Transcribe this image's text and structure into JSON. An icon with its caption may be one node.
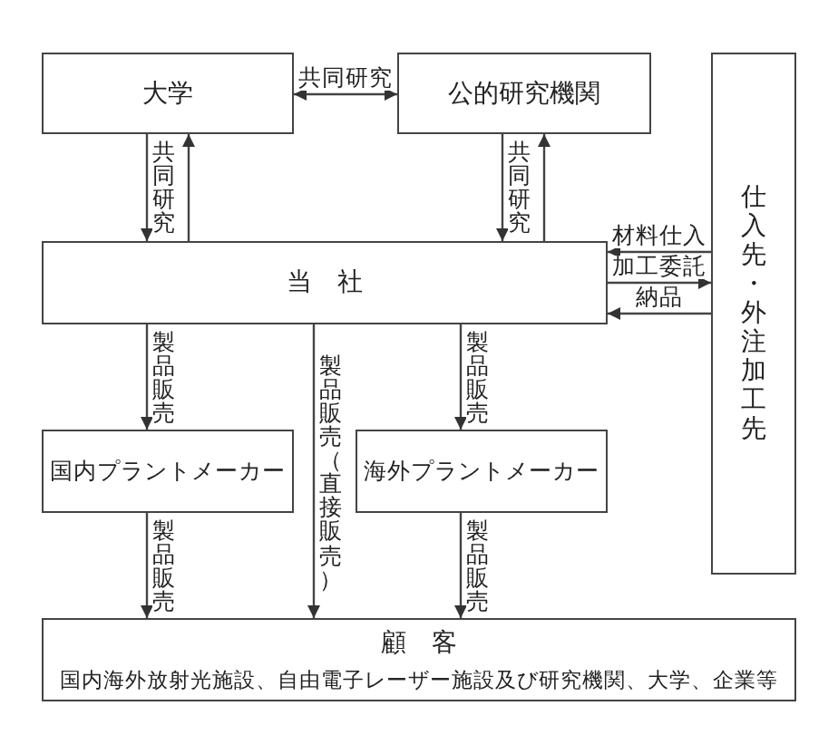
{
  "diagram": {
    "nodes": [
      {
        "text": [
          "大学"
        ]
      },
      {
        "text": [
          "公的研究機関"
        ]
      },
      {
        "text": [
          "仕入先・外注加工先"
        ]
      },
      {
        "text": [
          "当社"
        ]
      },
      {
        "text": [
          "国内プラントメーカー"
        ]
      },
      {
        "text": [
          "海外プラントメーカー"
        ]
      },
      {
        "text": [
          "顧客",
          "国内海外放射光施設、自由電子レーザー施設及び研究機関、大学、企業等"
        ]
      }
    ],
    "edges": [
      {
        "from": 0,
        "to": 1,
        "arrow": "both",
        "label": "共同研究"
      },
      {
        "from": 0,
        "to": 3,
        "arrow": "to",
        "label": "共同研究"
      },
      {
        "from": 3,
        "to": 0,
        "arrow": "to"
      },
      {
        "from": 1,
        "to": 3,
        "arrow": "to",
        "label": "共同研究"
      },
      {
        "from": 3,
        "to": 1,
        "arrow": "to"
      },
      {
        "from": 2,
        "to": 3,
        "arrow": "to",
        "label": "材料仕入"
      },
      {
        "from": 3,
        "to": 2,
        "arrow": "to",
        "label": "加工委託"
      },
      {
        "from": 2,
        "to": 3,
        "arrow": "to",
        "label": "納品"
      },
      {
        "from": 3,
        "to": 4,
        "arrow": "to",
        "label": "製品販売"
      },
      {
        "from": 3,
        "to": 6,
        "arrow": "to",
        "label": "製品販売（直接販売）"
      },
      {
        "from": 3,
        "to": 5,
        "arrow": "to",
        "label": "製品販売"
      },
      {
        "from": 4,
        "to": 6,
        "arrow": "to",
        "label": "製品販売"
      },
      {
        "from": 5,
        "to": 6,
        "arrow": "to",
        "label": "製品販売"
      }
    ]
  }
}
